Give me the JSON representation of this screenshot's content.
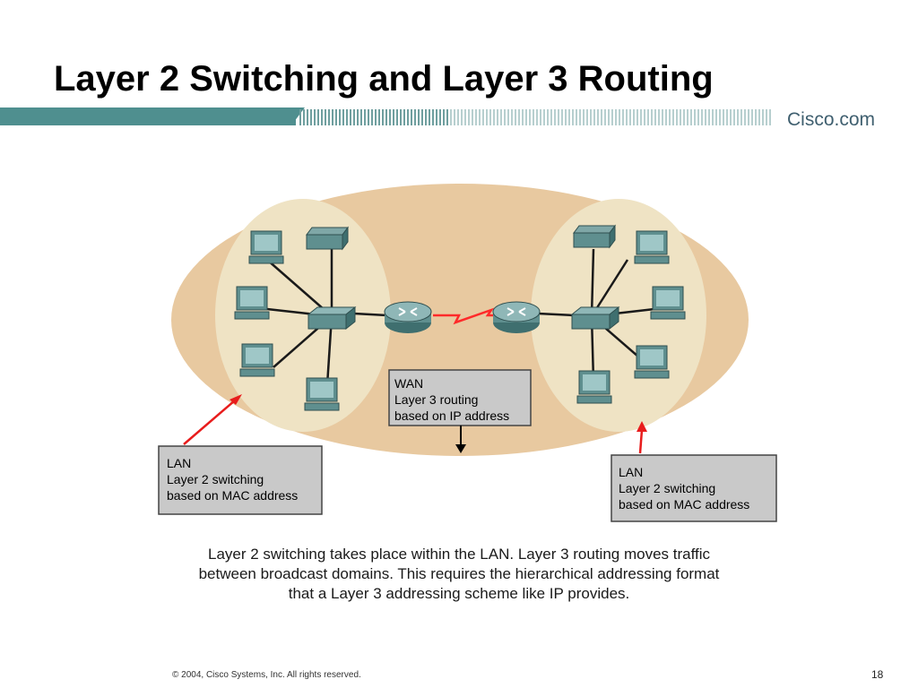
{
  "slide": {
    "title": "Layer 2 Switching and Layer 3 Routing",
    "logo": "Cisco.com",
    "copyright": "© 2004, Cisco Systems, Inc. All rights reserved.",
    "page_number": "18"
  },
  "diagram": {
    "wan_box": {
      "lines": [
        "WAN",
        "Layer 3 routing",
        "based on IP address"
      ]
    },
    "lan_left_box": {
      "lines": [
        "LAN",
        "Layer 2 switching",
        "based on MAC address"
      ]
    },
    "lan_right_box": {
      "lines": [
        "LAN",
        "Layer 2 switching",
        "based on MAC address"
      ]
    },
    "icons": [
      "pc-icon",
      "printer-icon",
      "switch-icon",
      "router-icon",
      "serial-link-icon"
    ],
    "colors": {
      "outer_ellipse": "#e8c9a0",
      "lan_ellipse": "#efe3c4",
      "device": "#5f8f8f",
      "label_box": "#c9c9c9",
      "arrow_red": "#e81c1c",
      "serial_link": "#ff2a2a",
      "banner_teal": "#4f8f8f"
    }
  },
  "caption": {
    "lines": [
      "Layer 2 switching takes place within the LAN. Layer 3 routing moves traffic",
      "between broadcast domains. This requires the hierarchical addressing format",
      "that a Layer 3 addressing scheme like IP provides."
    ]
  }
}
